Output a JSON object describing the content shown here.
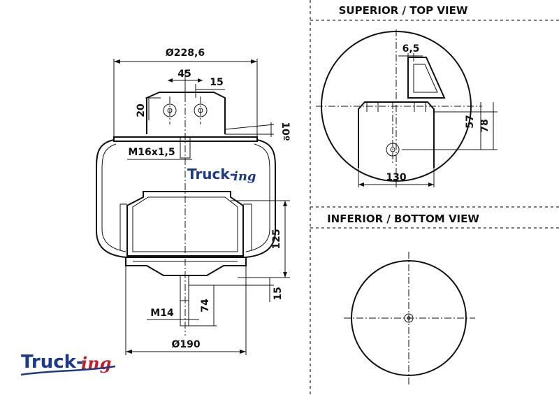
{
  "views": {
    "top_title": "SUPERIOR / TOP VIEW",
    "bottom_title": "INFERIOR / BOTTOM VIEW"
  },
  "dims": {
    "top_diameter": "Ø228,6",
    "hole_spacing": "45",
    "hole_offset": "15",
    "plate_height": "20",
    "angle": "10º",
    "thread_top": "M16x1,5",
    "piston_height": "125",
    "piston_gap": "15",
    "stud_length": "74",
    "thread_bottom": "M14",
    "bottom_diameter": "Ø190",
    "slot_width": "6,5",
    "offset_57": "57",
    "offset_78": "78",
    "width_130": "130"
  },
  "logo": {
    "part1": "Truck-",
    "part2": "ing"
  },
  "colors": {
    "logo_blue": "#1c3a8a",
    "logo_red": "#c41e2a",
    "line": "#111111"
  }
}
